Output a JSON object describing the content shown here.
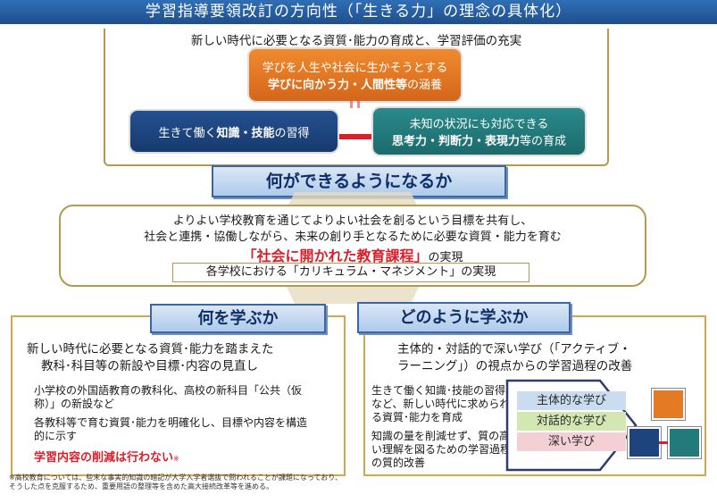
{
  "header": {
    "title": "学習指導要領改訂の方向性（「生きる力」の理念の具体化）"
  },
  "top": {
    "title": "新しい時代に必要となる資質･能力の育成と、学習評価の充実",
    "orange": {
      "line1": "学びを人生や社会に生かそうとする",
      "line2_bold": "学びに向かう力・人間性等",
      "line2_rest": "の涵養"
    },
    "navy": {
      "pre": "生きて働く",
      "bold": "知識・技能",
      "post": "の習得"
    },
    "teal": {
      "line1": "未知の状況にも対応できる",
      "line2_bold": "思考力・判断力・表現力",
      "line2_rest": "等の育成"
    }
  },
  "banner1": "何ができるようになるか",
  "middle": {
    "line1": "よりよい学校教育を通じてよりよい社会を創るという目標を共有し、",
    "line2": "社会と連携・協働しながら、未来の創り手となるために必要な資質・能力を育む",
    "highlight": "「社会に開かれた教育課程」",
    "highlight_suffix": "の実現",
    "sub": "各学校における「カリキュラム・マネジメント」の実現"
  },
  "banner2": "何を学ぶか",
  "banner3": "どのように学ぶか",
  "left": {
    "heading1": "新しい時代に必要となる資質･能力を踏まえた",
    "heading2": "教科･科目等の新設や目標･内容の見直し",
    "b1_line1": "小学校の外国語教育の教科化、高校の新科目「公共（仮",
    "b1_line2": "称）」の新設など",
    "b2_line1": "各教科等で育む資質･能力を明確化し、目標や内容を構造",
    "b2_line2": "的に示す",
    "red": "学習内容の削減は行わない",
    "red_mark": "※"
  },
  "right": {
    "heading1": "主体的・対話的で深い学び（「アクティブ・",
    "heading2": "ラーニング」）の視点からの学習過程の改善",
    "p1_line1": "生きて働く知識･技能の習得",
    "p1_line2": "など、新しい時代に求められ",
    "p1_line3": "る資質･能力を育成",
    "p2_line1": "知識の量を削減せず、質の高",
    "p2_line2": "い理解を図るための学習過程",
    "p2_line3": "の質的改善",
    "stack": [
      "主体的な学び",
      "対話的な学び",
      "深い学び"
    ]
  },
  "footnote": {
    "line1": "※高校教育については、些末な事実的知識の暗記が大学入学者選抜で問われることが課題になっており、",
    "line2": "そうした点を克服するため、重要用語の整理等を含めた高大接続改革等を進める。"
  },
  "colors": {
    "orange": "#e57a25",
    "navy": "#1d447d",
    "teal": "#237a7b",
    "red": "#d9202a",
    "gold_border": "#b39a4e",
    "stack_blue": "#c9dcf0",
    "stack_green": "#d3e7b3",
    "stack_pink": "#f3cfd6"
  }
}
